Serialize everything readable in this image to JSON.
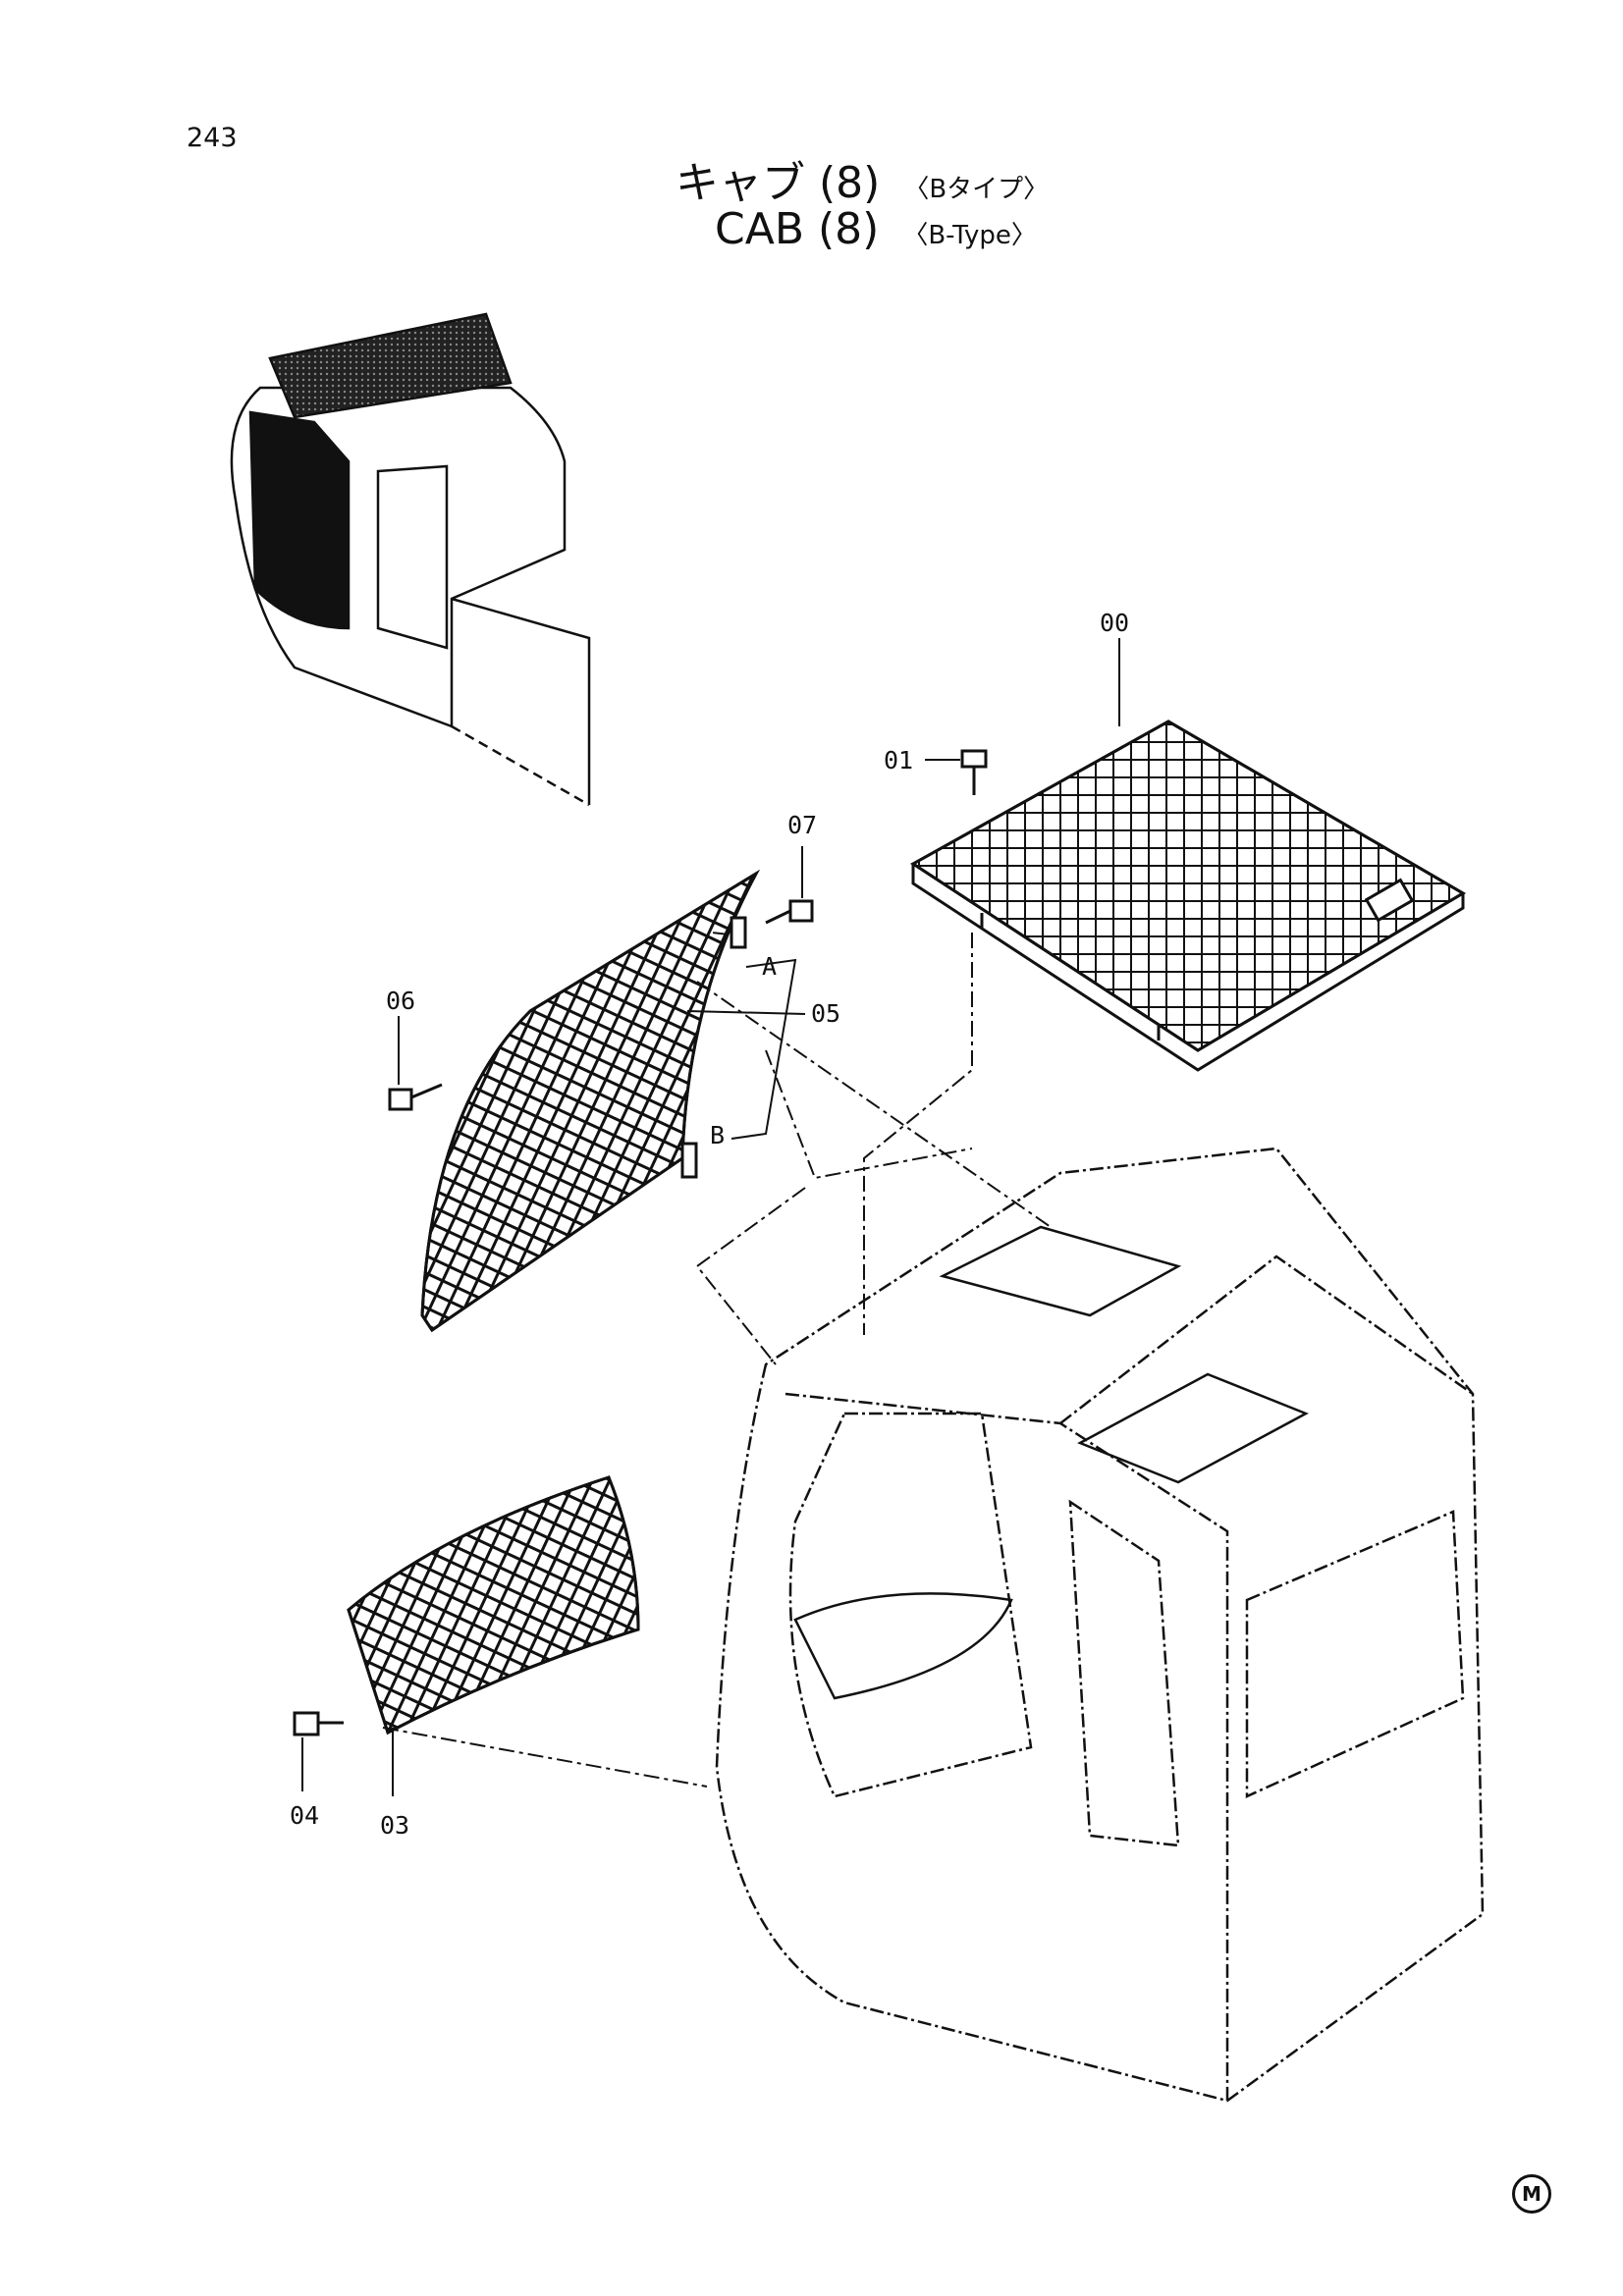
{
  "page_number": "243",
  "title_jp": {
    "main": "キャブ (8)",
    "sub": "〈Bタイプ〉"
  },
  "title_en": {
    "main": "CAB (8)",
    "sub": "〈B-Type〉"
  },
  "callouts": {
    "p00": "00",
    "p01": "01",
    "p03": "03",
    "p04": "04",
    "p05": "05",
    "p06": "06",
    "p07": "07",
    "ref_a": "A",
    "ref_b": "B"
  },
  "mark": "M"
}
